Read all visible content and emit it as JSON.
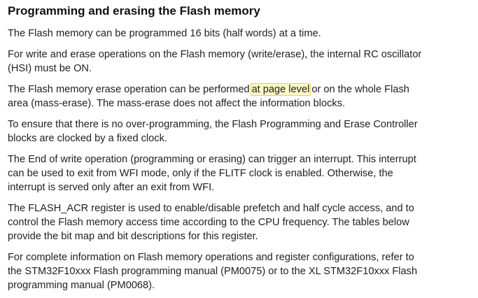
{
  "title": "Programming and erasing the Flash memory",
  "paragraphs": [
    {
      "lines": [
        "The Flash memory can be programmed 16 bits (half words) at a time."
      ]
    },
    {
      "lines": [
        "For write and erase operations on the Flash memory (write/erase), the internal RC oscillator",
        "(HSI) must be ON."
      ]
    },
    {
      "line1_before": "The Flash memory erase operation can be performed",
      "line1_highlight": "at page level",
      "line1_after": "or on the whole Flash",
      "line2": "area (mass-erase). The mass-erase does not affect the information blocks."
    },
    {
      "lines": [
        "To ensure that there is no over-programming, the Flash Programming and Erase Controller",
        "blocks are clocked by a fixed clock."
      ]
    },
    {
      "lines": [
        "The End of write operation (programming or erasing) can trigger an interrupt. This interrupt",
        "can be used to exit from WFI mode, only if the FLITF clock is enabled. Otherwise, the",
        "interrupt is served only after an exit from WFI."
      ]
    },
    {
      "lines": [
        "The FLASH_ACR register is used to enable/disable prefetch and half cycle access, and to",
        "control the Flash memory access time according to the CPU frequency. The tables below",
        "provide the bit map and bit descriptions for this register."
      ]
    },
    {
      "lines": [
        "For complete information on Flash memory operations and register configurations, refer to",
        "the STM32F10xxx Flash programming manual (PM0075) or to the XL STM32F10xxx Flash",
        "programming manual (PM0068)."
      ]
    }
  ],
  "colors": {
    "text": "#222222",
    "highlight_fill": "#fdf8c8",
    "highlight_border": "#e8d24a"
  }
}
